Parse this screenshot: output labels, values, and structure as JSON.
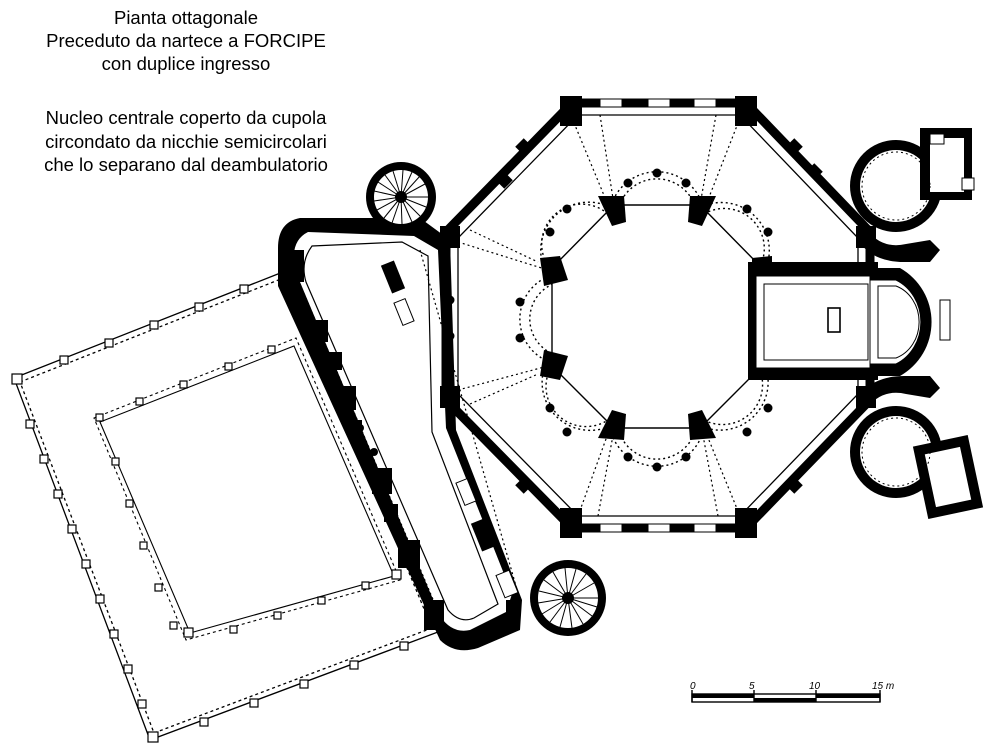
{
  "caption": {
    "lines_top": [
      "Pianta ottagonale",
      "Preceduto da nartece a FORCIPE",
      "con duplice ingresso"
    ],
    "lines_bottom": [
      "Nucleo centrale coperto da cupola",
      "circondato da nicchie semicircolari",
      "che lo separano dal deambulatorio"
    ]
  },
  "scale_bar": {
    "ticks": [
      "0",
      "5",
      "10",
      "15 m"
    ]
  },
  "colors": {
    "ink": "#000000",
    "paper": "#ffffff"
  }
}
